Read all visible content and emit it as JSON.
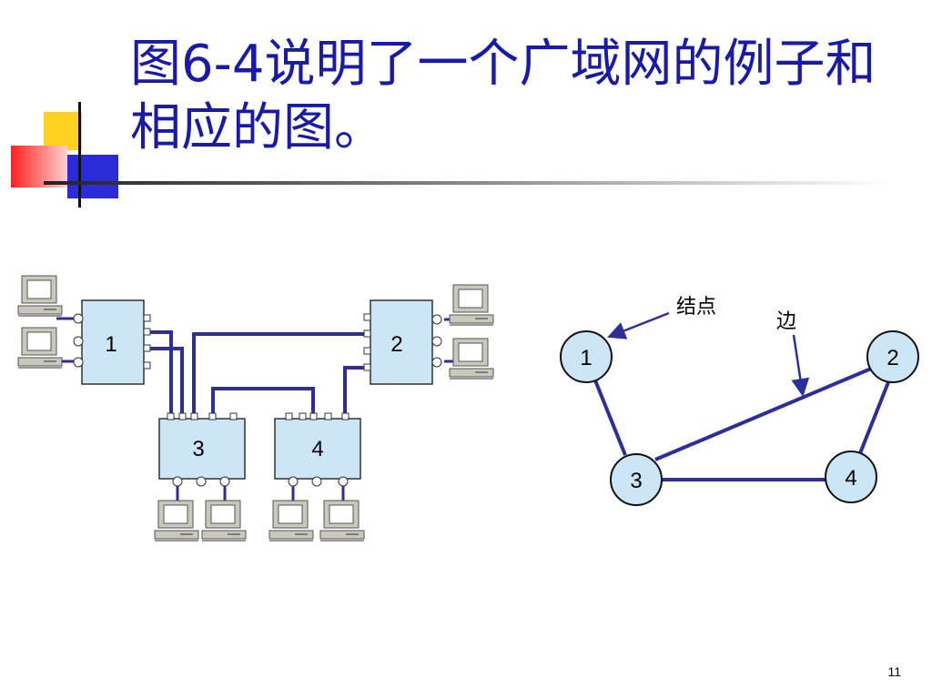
{
  "slide": {
    "title": "图6-4说明了一个广域网的例子和相应的图。",
    "page_number": "11"
  },
  "network": {
    "switches": [
      "1",
      "2",
      "3",
      "4"
    ]
  },
  "graph": {
    "nodes": [
      "1",
      "2",
      "3",
      "4"
    ],
    "edges": [
      [
        "1",
        "3"
      ],
      [
        "3",
        "2"
      ],
      [
        "3",
        "4"
      ],
      [
        "4",
        "2"
      ]
    ],
    "node_annotation": "结点",
    "edge_annotation": "边"
  },
  "colors": {
    "title": "#1a1aa8",
    "link": "#2e2e9a",
    "switch_fill": "#cce6f8",
    "node_fill": "#cce6f8"
  }
}
